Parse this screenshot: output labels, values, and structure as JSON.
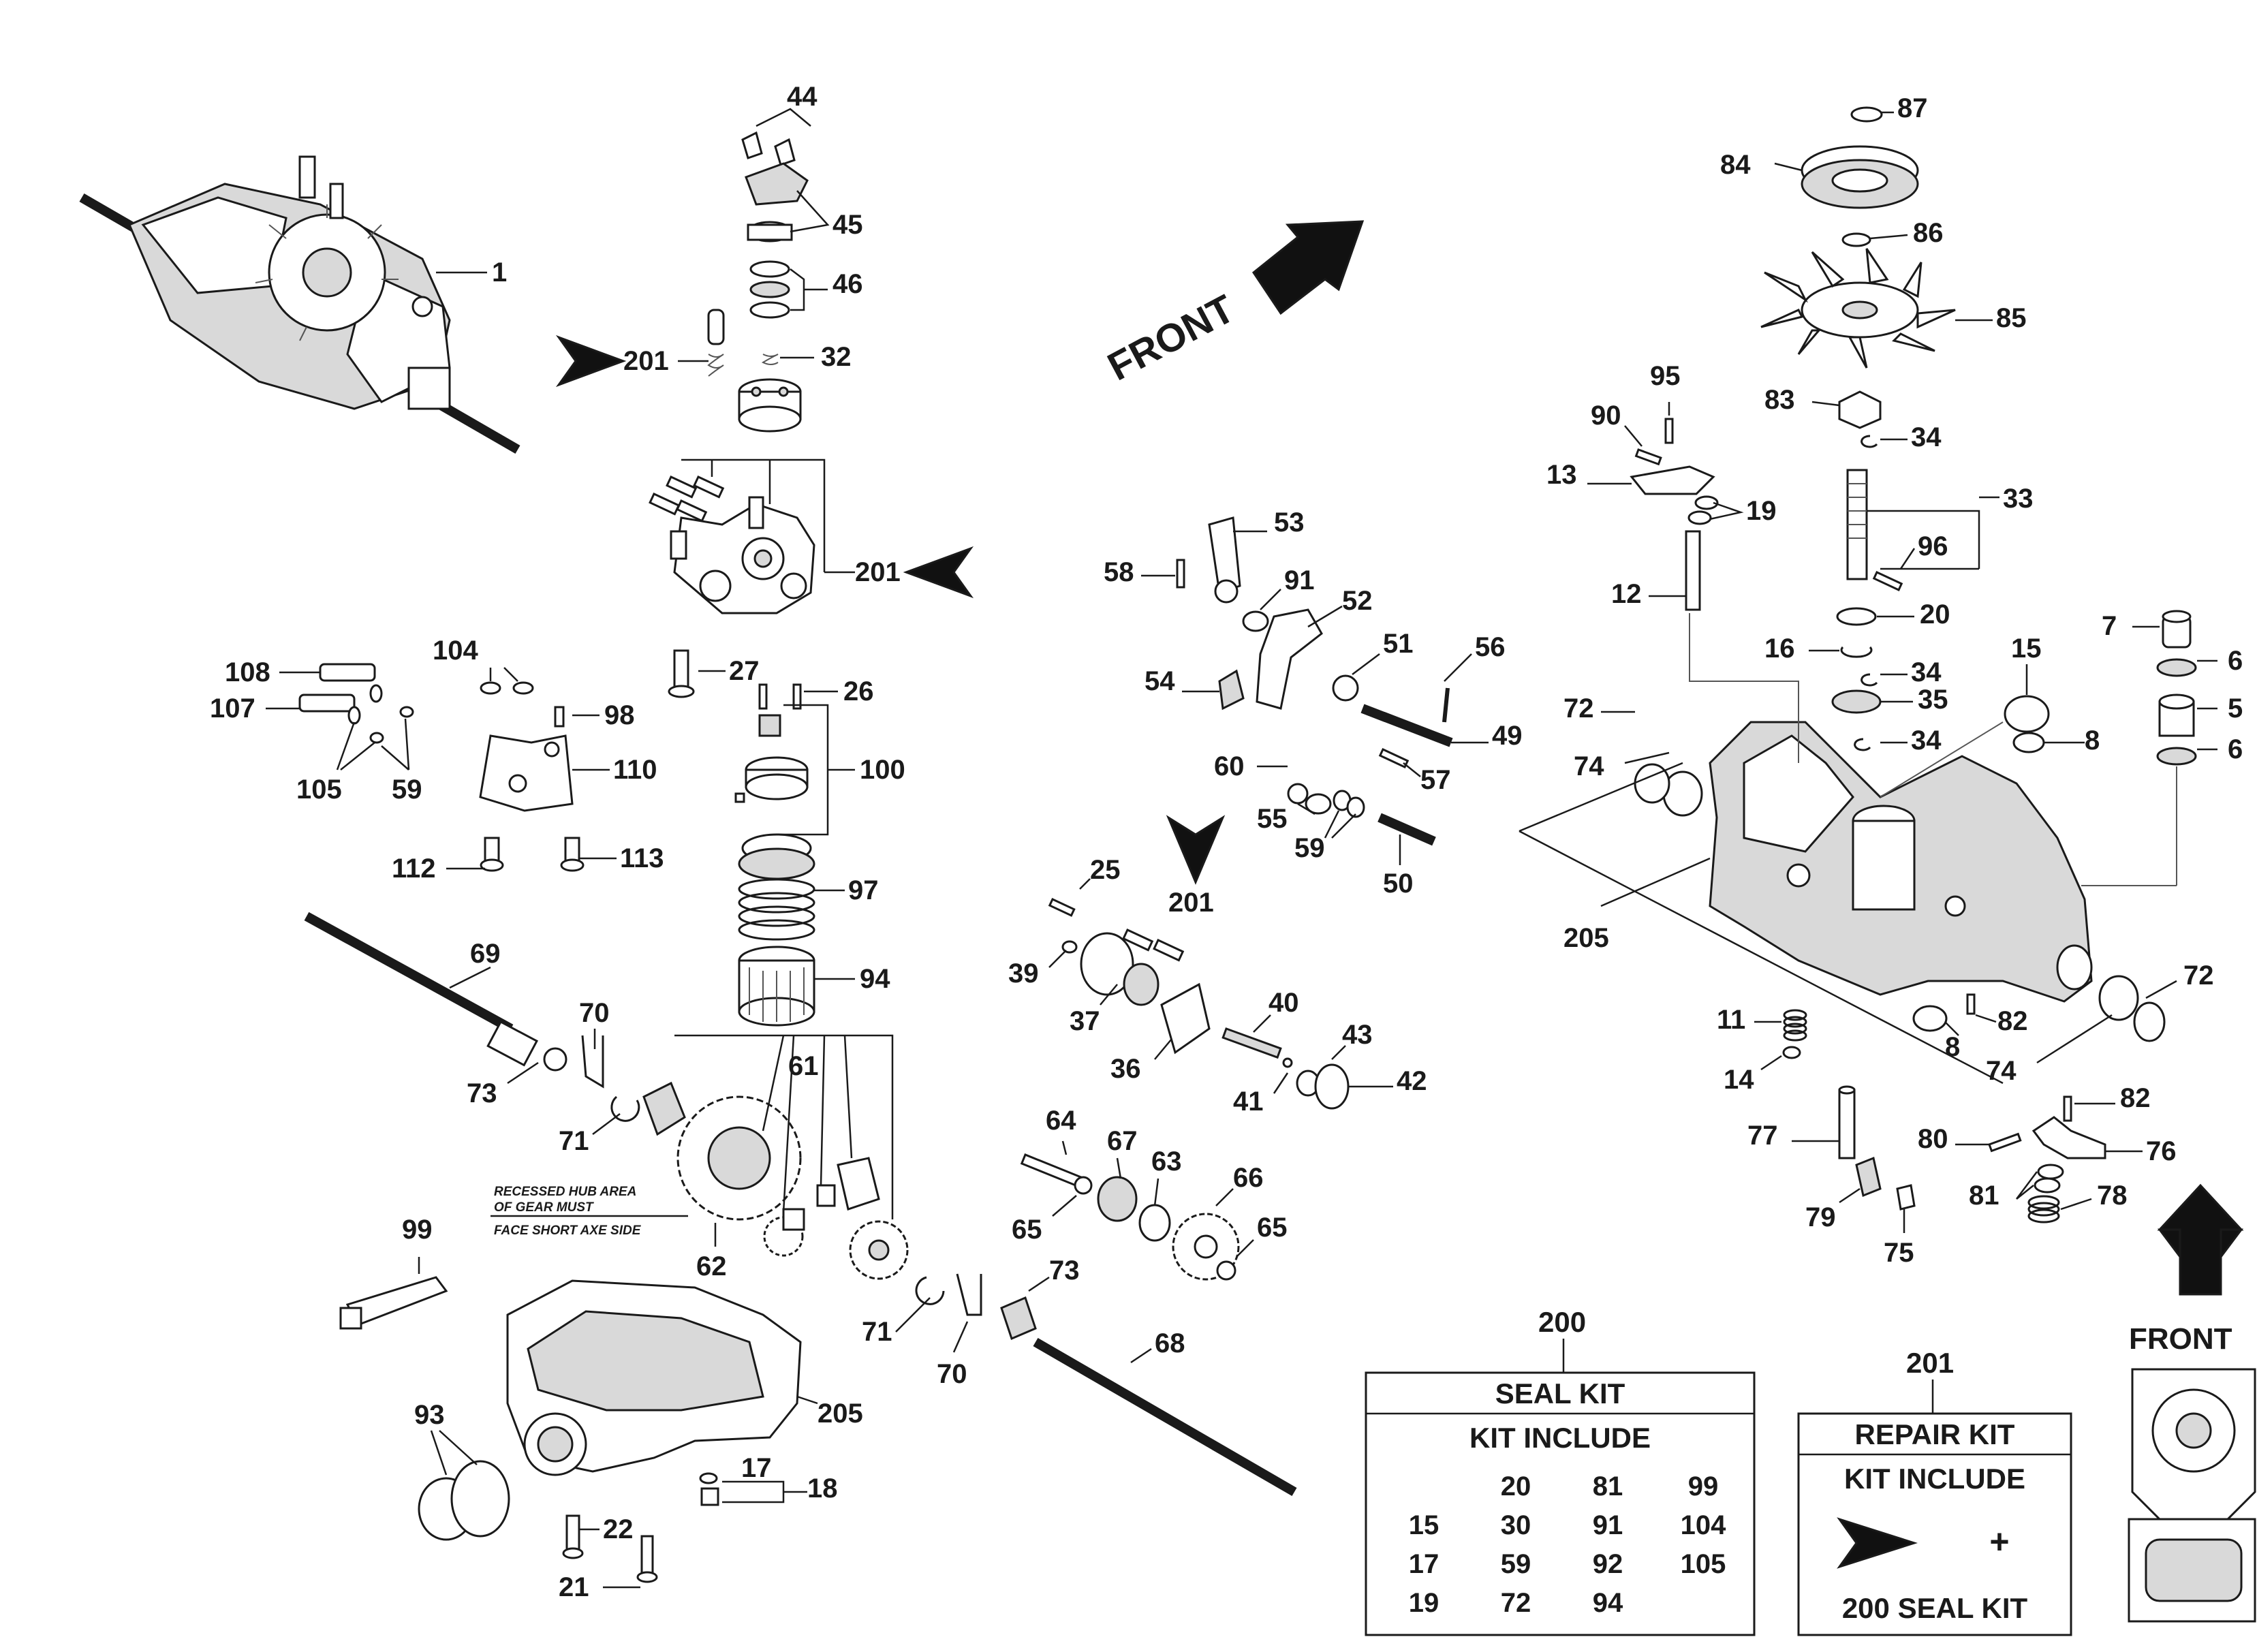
{
  "parts": {
    "p1": "1",
    "p5": "5",
    "p6a": "6",
    "p6b": "6",
    "p7": "7",
    "p8a": "8",
    "p8b": "8",
    "p11": "11",
    "p12": "12",
    "p13": "13",
    "p14": "14",
    "p15": "15",
    "p16": "16",
    "p17": "17",
    "p18": "18",
    "p19": "19",
    "p20": "20",
    "p21": "21",
    "p22": "22",
    "p25": "25",
    "p26": "26",
    "p27": "27",
    "p32": "32",
    "p33": "33",
    "p34a": "34",
    "p34b": "34",
    "p34c": "34",
    "p35": "35",
    "p36": "36",
    "p37": "37",
    "p39": "39",
    "p40": "40",
    "p41": "41",
    "p42": "42",
    "p43": "43",
    "p44": "44",
    "p45": "45",
    "p46": "46",
    "p49": "49",
    "p50": "50",
    "p51": "51",
    "p52": "52",
    "p53": "53",
    "p54": "54",
    "p55": "55",
    "p56": "56",
    "p57": "57",
    "p58": "58",
    "p59a": "59",
    "p59b": "59",
    "p60": "60",
    "p61": "61",
    "p62": "62",
    "p63": "63",
    "p64": "64",
    "p65a": "65",
    "p65b": "65",
    "p66": "66",
    "p67": "67",
    "p68": "68",
    "p69": "69",
    "p70a": "70",
    "p70b": "70",
    "p71a": "71",
    "p71b": "71",
    "p72a": "72",
    "p72b": "72",
    "p73a": "73",
    "p73b": "73",
    "p74a": "74",
    "p74b": "74",
    "p75": "75",
    "p76": "76",
    "p77": "77",
    "p78": "78",
    "p79": "79",
    "p80": "80",
    "p81": "81",
    "p82a": "82",
    "p82b": "82",
    "p83": "83",
    "p84": "84",
    "p85": "85",
    "p86": "86",
    "p87": "87",
    "p90": "90",
    "p91": "91",
    "p93": "93",
    "p94": "94",
    "p95": "95",
    "p96": "96",
    "p97": "97",
    "p98": "98",
    "p99": "99",
    "p100": "100",
    "p104": "104",
    "p105": "105",
    "p107": "107",
    "p108": "108",
    "p110": "110",
    "p112": "112",
    "p113": "113",
    "p201a": "201",
    "p201b": "201",
    "p201c": "201",
    "p205a": "205",
    "p205b": "205"
  },
  "front_labels": {
    "diagonal": "FRONT",
    "vertical": "FRONT"
  },
  "note": [
    "RECESSED HUB AREA",
    "OF GEAR MUST",
    "FACE SHORT AXE SIDE"
  ],
  "seal_kit": {
    "number": "200",
    "title": "SEAL KIT",
    "subtitle": "KIT INCLUDE",
    "rows": [
      [
        "",
        "20",
        "81",
        "99"
      ],
      [
        "15",
        "30",
        "91",
        "104"
      ],
      [
        "17",
        "59",
        "92",
        "105"
      ],
      [
        "19",
        "72",
        "94",
        ""
      ]
    ]
  },
  "repair_kit": {
    "number": "201",
    "title": "REPAIR KIT",
    "subtitle": "KIT INCLUDE",
    "plus": "+",
    "footer": "200 SEAL KIT"
  }
}
